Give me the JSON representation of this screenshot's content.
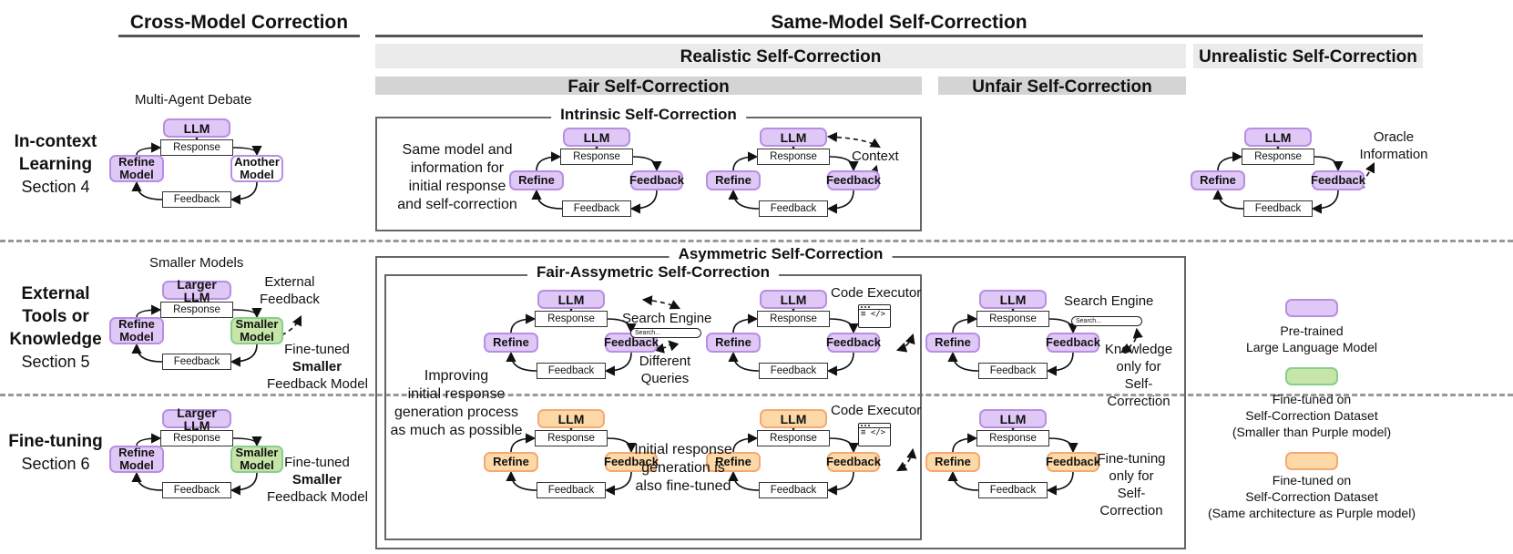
{
  "header": {
    "cross_model": "Cross-Model Correction",
    "same_model": "Same-Model Self-Correction",
    "realistic": "Realistic Self-Correction",
    "unrealistic": "Unrealistic Self-Correction",
    "fair": "Fair Self-Correction",
    "unfair": "Unfair Self-Correction"
  },
  "rows": [
    {
      "title_lines": [
        "In-context",
        "Learning"
      ],
      "section": "Section 4"
    },
    {
      "title_lines": [
        "External",
        "Tools or",
        "Knowledge"
      ],
      "section": "Section 5"
    },
    {
      "title_lines": [
        "Fine-tuning"
      ],
      "section": "Section 6"
    }
  ],
  "frames": {
    "intrinsic": "Intrinsic Self-Correction",
    "asymmetric": "Asymmetric Self-Correction",
    "fair_asymmetric": "Fair-Assymetric Self-Correction"
  },
  "nodes": {
    "llm": "LLM",
    "larger_llm": "Larger LLM",
    "refine": "Refine",
    "feedback": "Feedback",
    "refine_model": "Refine\nModel",
    "another_model": "Another\nModel",
    "smaller_model": "Smaller\nModel",
    "response": "Response",
    "feedback_box": "Feedback"
  },
  "labels": {
    "multi_agent": "Multi-Agent Debate",
    "smaller_models": "Smaller Models",
    "external_feedback": "External\nFeedback",
    "finetuned_smaller_a": "Fine-tuned",
    "finetuned_smaller_b": "Smaller",
    "finetuned_smaller_c": "Feedback Model",
    "same_model_info": "Same model and\ninformation for\ninitial response\nand self-correction",
    "context": "Context",
    "oracle": "Oracle\nInformation",
    "search_engine": "Search Engine",
    "different_queries": "Different\nQueries",
    "code_executor": "Code Executor",
    "knowledge_only": "Knowledge\nonly for\nSelf-Correction",
    "improving": "Improving\ninitial response\ngeneration process\nas much as possible",
    "initial_ft": "Initial response\ngeneration is\nalso fine-tuned",
    "ft_only": "Fine-tuning\nonly for\nSelf-Correction",
    "search_placeholder": "Search..."
  },
  "legend": [
    {
      "color": "purple",
      "text": "Pre-trained\nLarge Language Model"
    },
    {
      "color": "green",
      "text": "Fine-tuned on\nSelf-Correction Dataset\n(Smaller than Purple model)"
    },
    {
      "color": "orange",
      "text": "Fine-tuned on\nSelf-Correction Dataset\n(Same architecture as Purple model)"
    }
  ],
  "colors": {
    "purple_fill": "#e0c8f6",
    "purple_border": "#b88ee3",
    "green_fill": "#c7e5a8",
    "green_border": "#86cf8c",
    "orange_fill": "#fdd9a8",
    "orange_border": "#f5a970"
  }
}
